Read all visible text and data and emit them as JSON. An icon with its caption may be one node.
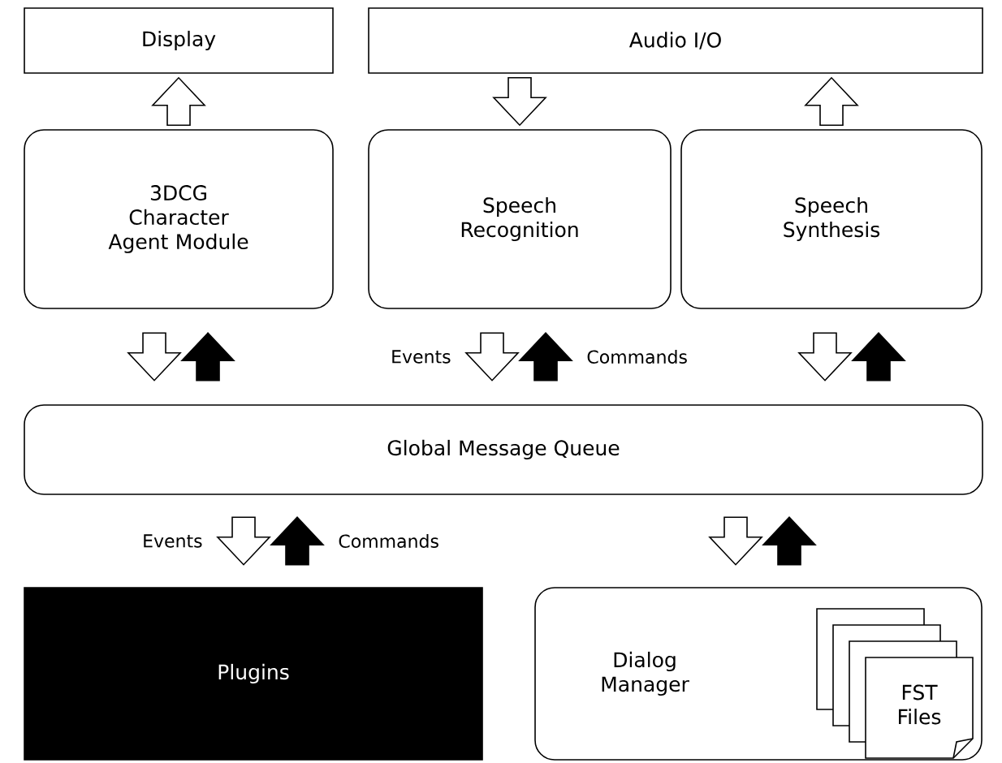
{
  "diagram": {
    "nodes": [
      {
        "text": [
          "Display"
        ]
      },
      {
        "text": [
          "Audio I/O"
        ]
      },
      {
        "text": [
          "3DCG Character Agent Module"
        ]
      },
      {
        "text": [
          "Speech Recognition"
        ]
      },
      {
        "text": [
          "Speech Synthesis"
        ]
      },
      {
        "text": [
          "Global Message Queue"
        ]
      },
      {
        "text": [
          "Plugins"
        ]
      },
      {
        "text": [
          "Dialog Manager"
        ]
      },
      {
        "text": [
          "FST Files"
        ],
        "in": 7
      }
    ],
    "edges": [
      {
        "from": 2,
        "to": 0,
        "arrow": "to"
      },
      {
        "from": 1,
        "to": 3,
        "arrow": "to"
      },
      {
        "from": 4,
        "to": 1,
        "arrow": "to"
      },
      {
        "from": 2,
        "to": 5,
        "arrow": "to"
      },
      {
        "from": 5,
        "to": 2,
        "arrow": "to",
        "color": "#000000"
      },
      {
        "from": 3,
        "to": 5,
        "arrow": "to",
        "label": "Events"
      },
      {
        "from": 5,
        "to": 3,
        "arrow": "to",
        "label": "Commands",
        "color": "#000000"
      },
      {
        "from": 4,
        "to": 5,
        "arrow": "to"
      },
      {
        "from": 5,
        "to": 4,
        "arrow": "to",
        "color": "#000000"
      },
      {
        "from": 5,
        "to": 6,
        "arrow": "to",
        "label": "Events"
      },
      {
        "from": 6,
        "to": 5,
        "arrow": "to",
        "label": "Commands",
        "color": "#000000"
      },
      {
        "from": 5,
        "to": 7,
        "arrow": "to"
      },
      {
        "from": 7,
        "to": 5,
        "arrow": "to",
        "color": "#000000"
      }
    ]
  }
}
